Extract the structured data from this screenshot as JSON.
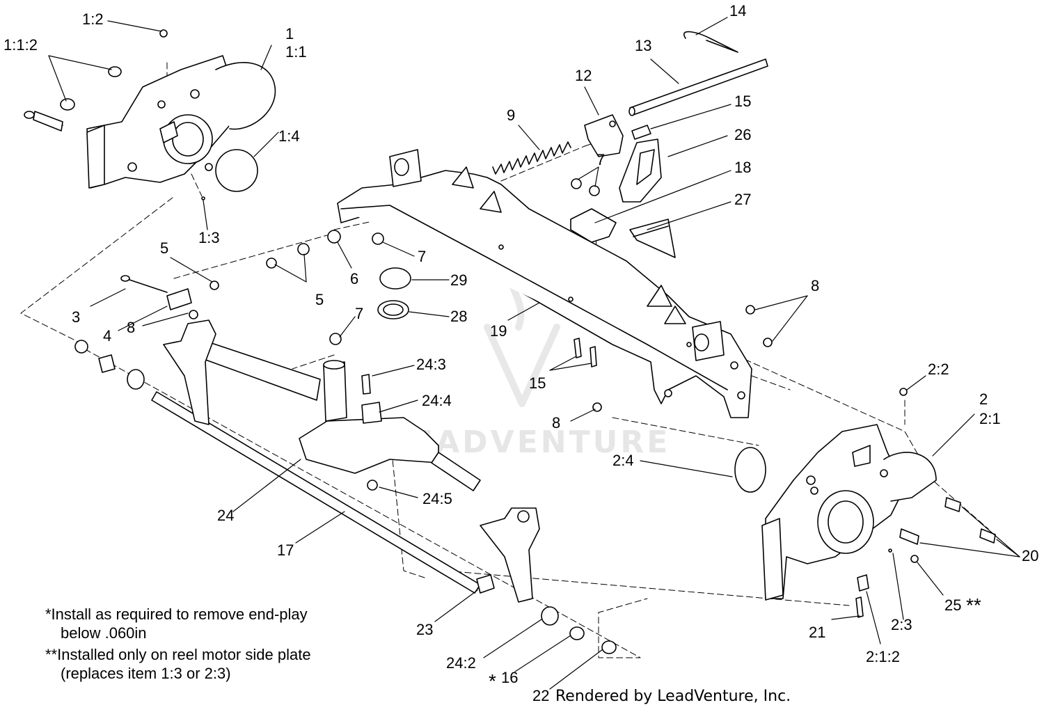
{
  "callouts": {
    "c1_2": "1:2",
    "c1_1_2": "1:1:2",
    "c1": "1",
    "c1_1": "1:1",
    "c1_4": "1:4",
    "c1_3": "1:3",
    "c14": "14",
    "c13": "13",
    "c12": "12",
    "c15a": "15",
    "c9": "9",
    "c26": "26",
    "c7a": "7",
    "c18": "18",
    "c27": "27",
    "c5a": "5",
    "c5b": "5",
    "c6": "6",
    "c7b": "7",
    "c29": "29",
    "c28": "28",
    "c3": "3",
    "c4": "4",
    "c8a": "8",
    "c7c": "7",
    "c19": "19",
    "c8b": "8",
    "c15b": "15",
    "c24_3": "24:3",
    "c24_4": "24:4",
    "c2_2": "2:2",
    "c2": "2",
    "c2_1": "2:1",
    "c8c": "8",
    "c2_4": "2:4",
    "c24": "24",
    "c24_5": "24:5",
    "c17": "17",
    "c20": "20",
    "c23": "23",
    "c24_2": "24:2",
    "c16": "16",
    "c22": "22",
    "c25": "25",
    "c21": "21",
    "c2_3": "2:3",
    "c2_1_2": "2:1:2"
  },
  "notes": {
    "line1": "*Install as required to remove end-play",
    "line2": "below .060in",
    "line3": "**Installed only on reel motor side plate",
    "line4": "(replaces item 1:3 or 2:3)"
  },
  "marks": {
    "star_single": "*",
    "star_double": "**"
  },
  "credit": "Rendered by LeadVenture, Inc.",
  "watermark": "LEADVENTURE"
}
